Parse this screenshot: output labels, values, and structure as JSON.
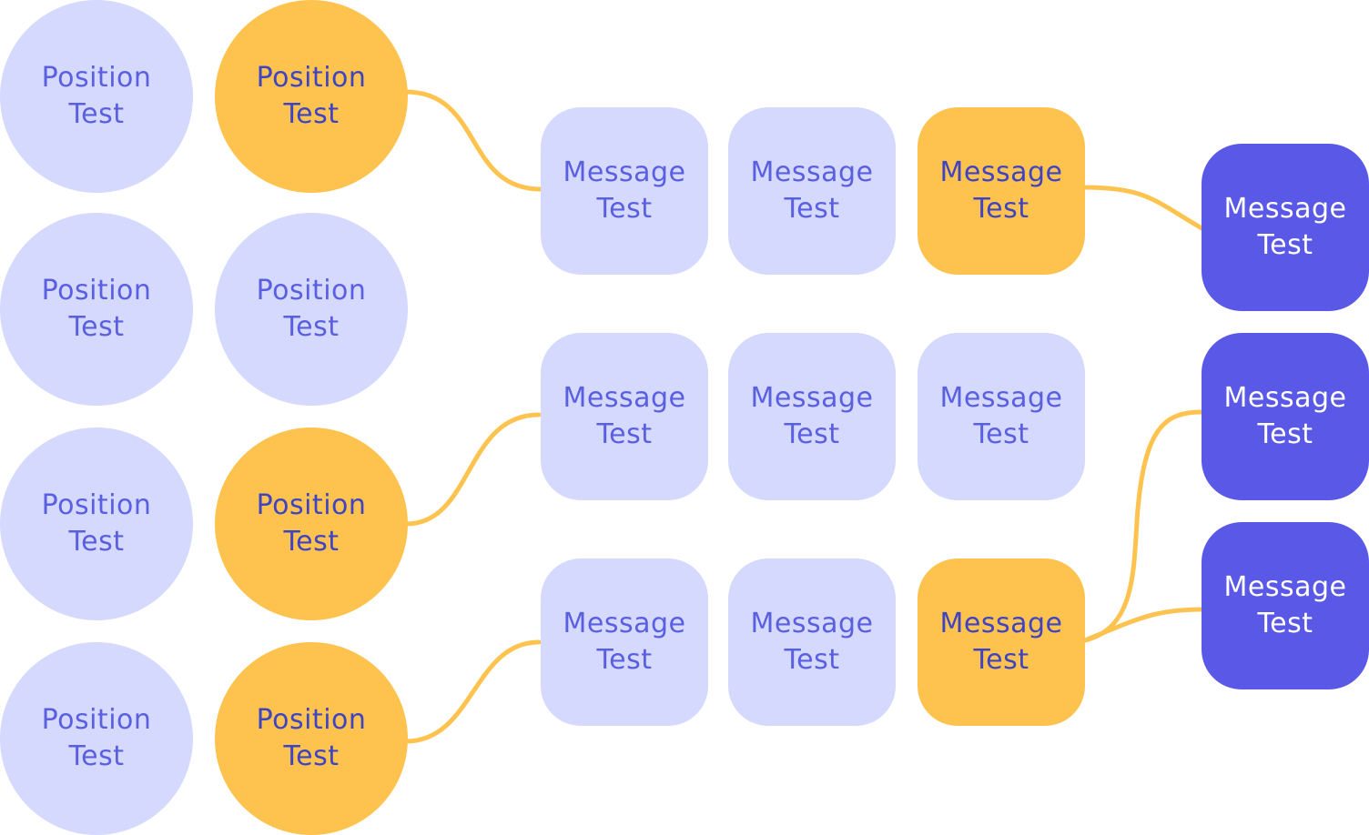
{
  "colors": {
    "light_fill": "#d4d9fd",
    "light_text": "#5a5fe2",
    "highlight_fill": "#fec34f",
    "highlight_text": "#3f44c2",
    "dark_fill": "#5a58e6",
    "dark_text": "#ffffff",
    "connector": "#fec34f"
  },
  "positions": [
    {
      "id": "p1a",
      "line1": "Position",
      "line2": "Test",
      "state": "default"
    },
    {
      "id": "p1b",
      "line1": "Position",
      "line2": "Test",
      "state": "highlighted"
    },
    {
      "id": "p2a",
      "line1": "Position",
      "line2": "Test",
      "state": "default"
    },
    {
      "id": "p2b",
      "line1": "Position",
      "line2": "Test",
      "state": "default"
    },
    {
      "id": "p3a",
      "line1": "Position",
      "line2": "Test",
      "state": "default"
    },
    {
      "id": "p3b",
      "line1": "Position",
      "line2": "Test",
      "state": "highlighted"
    },
    {
      "id": "p4a",
      "line1": "Position",
      "line2": "Test",
      "state": "default"
    },
    {
      "id": "p4b",
      "line1": "Position",
      "line2": "Test",
      "state": "highlighted"
    }
  ],
  "messages": [
    {
      "id": "m1a",
      "line1": "Message",
      "line2": "Test",
      "state": "default"
    },
    {
      "id": "m1b",
      "line1": "Message",
      "line2": "Test",
      "state": "default"
    },
    {
      "id": "m1c",
      "line1": "Message",
      "line2": "Test",
      "state": "highlighted"
    },
    {
      "id": "m2a",
      "line1": "Message",
      "line2": "Test",
      "state": "default"
    },
    {
      "id": "m2b",
      "line1": "Message",
      "line2": "Test",
      "state": "default"
    },
    {
      "id": "m2c",
      "line1": "Message",
      "line2": "Test",
      "state": "default"
    },
    {
      "id": "m3a",
      "line1": "Message",
      "line2": "Test",
      "state": "default"
    },
    {
      "id": "m3b",
      "line1": "Message",
      "line2": "Test",
      "state": "default"
    },
    {
      "id": "m3c",
      "line1": "Message",
      "line2": "Test",
      "state": "highlighted"
    }
  ],
  "outputs": [
    {
      "id": "o1",
      "line1": "Message",
      "line2": "Test",
      "state": "final"
    },
    {
      "id": "o2",
      "line1": "Message",
      "line2": "Test",
      "state": "final"
    },
    {
      "id": "o3",
      "line1": "Message",
      "line2": "Test",
      "state": "final"
    }
  ],
  "connections": [
    {
      "from": "p1b",
      "to": "m1a"
    },
    {
      "from": "m1c",
      "to": "o1"
    },
    {
      "from": "p3b",
      "to": "m2a"
    },
    {
      "from": "p4b",
      "to": "m3a"
    },
    {
      "from": "m3c",
      "to": "o2"
    },
    {
      "from": "m3c",
      "to": "o3"
    }
  ]
}
